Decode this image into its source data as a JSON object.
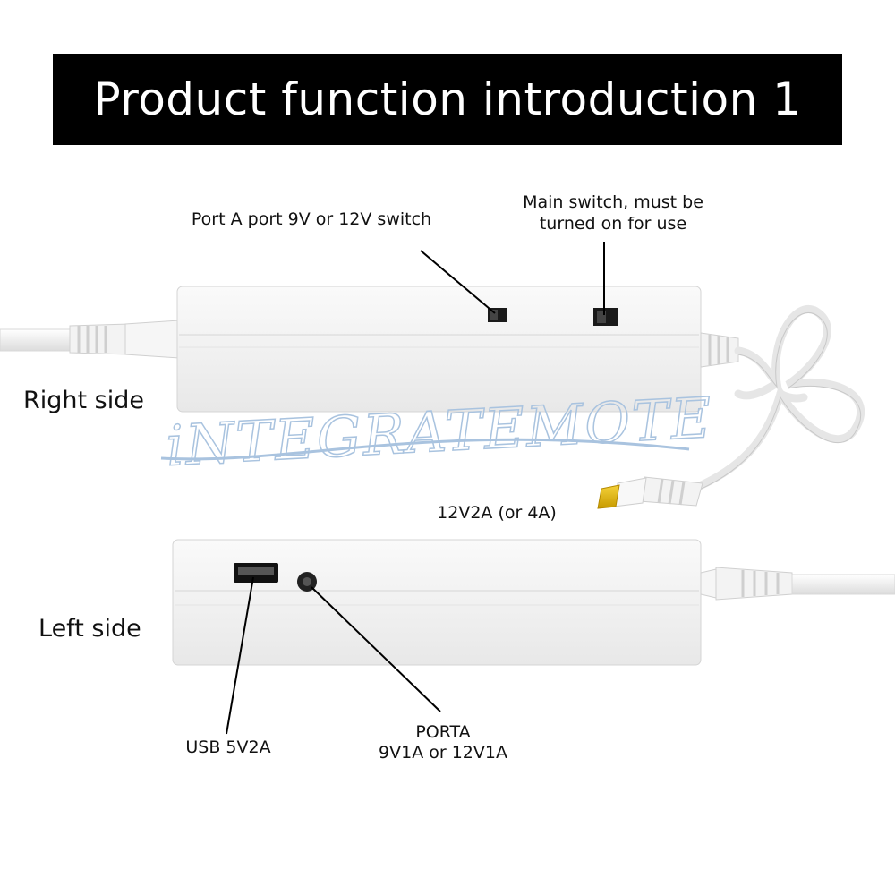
{
  "title": "Product function introduction 1",
  "labels": {
    "port_a_switch": "Port A port 9V or 12V switch",
    "main_switch_line1": "Main switch, must be",
    "main_switch_line2": "turned on for use",
    "right_side": "Right side",
    "left_side": "Left side",
    "output": "12V2A (or 4A)",
    "usb": "USB 5V2A",
    "porta_line1": "PORTA",
    "porta_line2": "9V1A or 12V1A"
  },
  "watermark": {
    "text": "iNTEGRATEMOTE",
    "color": "#a9c3df"
  },
  "colors": {
    "background": "#ffffff",
    "title_bar": "#000000",
    "title_text": "#ffffff",
    "device": "#f4f4f4",
    "device_edge": "#d6d6d6",
    "tip": "#e3b300"
  },
  "icons": [
    "power-bank-device",
    "usb-port-icon",
    "dc-jack-icon",
    "switch-icon",
    "dc-plug-icon"
  ]
}
